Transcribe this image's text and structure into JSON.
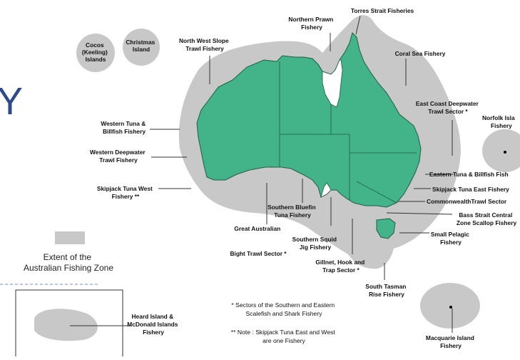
{
  "colors": {
    "zone": "#c8c8c8",
    "land": "#43b38a",
    "border": "#1e5e45",
    "text": "#111111"
  },
  "labels": {
    "torres": "Torres Strait Fisheries",
    "northern_prawn_1": "Northern Prawn",
    "northern_prawn_2": "Fishery",
    "coral_sea": "Coral Sea Fishery",
    "nw_slope_1": "North West Slope",
    "nw_slope_2": "Trawl Fishery",
    "cocos_1": "Cocos",
    "cocos_2": "(Keeling)",
    "cocos_3": "Islands",
    "christmas_1": "Christmas",
    "christmas_2": "Island",
    "east_coast_1": "East Coast Deepwater",
    "east_coast_2": "Trawl Sector *",
    "norfolk_1": "Norfolk Isla",
    "norfolk_2": "Fishery",
    "western_tuna_1": "Western Tuna &",
    "western_tuna_2": "Billfish Fishery",
    "western_deep_1": "Western Deepwater",
    "western_deep_2": "Trawl Fishery",
    "eastern_tuna": "Eastern Tuna & Billfish Fish",
    "skipjack_west_1": "Skipjack Tuna West",
    "skipjack_west_2": "Fishery **",
    "skipjack_east": "Skipjack Tuna East Fishery",
    "commonwealth": "CommonwealthTrawl Sector",
    "southern_bluefin_1": "Southern Bluefin",
    "southern_bluefin_2": "Tuna Fishery",
    "bass_strait_1": "Bass Strait Central",
    "bass_strait_2": "Zone Scallop Fishery",
    "small_pelagic_1": "Small Pelagic",
    "small_pelagic_2": "Fishery",
    "southern_squid_1": "Southern Squid",
    "southern_squid_2": "Jig Fishery",
    "gab_1": "Great Australian",
    "gab_2": "Bight Trawl Sector *",
    "gillnet_1": "Gillnet, Hook and",
    "gillnet_2": "Trap Sector *",
    "south_tasman_1": "South Tasman",
    "south_tasman_2": "Rise Fishery",
    "heard_1": "Heard Island &",
    "heard_2": "McDonald Islands",
    "heard_3": "Fishery",
    "macquarie_1": "Macquarie Island",
    "macquarie_2": "Fishery"
  },
  "notes": {
    "sectors_1": "* Sectors of the Southern and Eastern",
    "sectors_2": "Scalefish and Shark Fishery",
    "skipjack_1": "** Note : Skipjack Tuna East and West",
    "skipjack_2": "are one Fishery"
  },
  "legend": {
    "line1": "Extent of the",
    "line2": "Australian Fishing Zone"
  },
  "edge_text": "Y"
}
